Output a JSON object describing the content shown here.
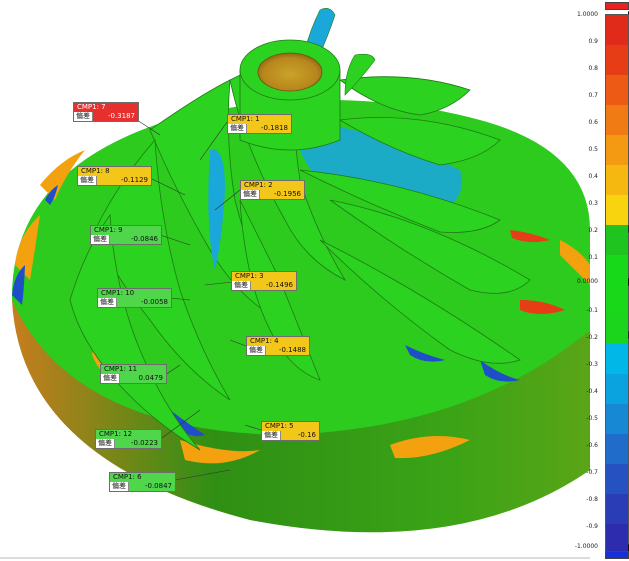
{
  "callouts": [
    {
      "id": "cmp1-7",
      "name": "CMP1: 7",
      "label": "偏差",
      "value": "-0.3187",
      "style": "red"
    },
    {
      "id": "cmp1-1",
      "name": "CMP1: 1",
      "label": "偏差",
      "value": "-0.1818",
      "style": "yellow"
    },
    {
      "id": "cmp1-8",
      "name": "CMP1: 8",
      "label": "偏差",
      "value": "-0.1129",
      "style": "yellow"
    },
    {
      "id": "cmp1-2",
      "name": "CMP1: 2",
      "label": "偏差",
      "value": "-0.1956",
      "style": "yellow"
    },
    {
      "id": "cmp1-9",
      "name": "CMP1: 9",
      "label": "偏差",
      "value": "-0.0846",
      "style": "green"
    },
    {
      "id": "cmp1-3",
      "name": "CMP1: 3",
      "label": "偏差",
      "value": "-0.1496",
      "style": "yellow"
    },
    {
      "id": "cmp1-10",
      "name": "CMP1: 10",
      "label": "偏差",
      "value": "-0.0058",
      "style": "green"
    },
    {
      "id": "cmp1-4",
      "name": "CMP1: 4",
      "label": "偏差",
      "value": "-0.1488",
      "style": "yellow"
    },
    {
      "id": "cmp1-11",
      "name": "CMP1: 11",
      "label": "偏差",
      "value": "0.0479",
      "style": "green"
    },
    {
      "id": "cmp1-5",
      "name": "CMP1: 5",
      "label": "偏差",
      "value": "-0.16",
      "style": "yellow"
    },
    {
      "id": "cmp1-12",
      "name": "CMP1: 12",
      "label": "偏差",
      "value": "-0.0223",
      "style": "green"
    },
    {
      "id": "cmp1-6",
      "name": "CMP1: 6",
      "label": "偏差",
      "value": "-0.0847",
      "style": "green"
    }
  ],
  "legend": {
    "max_label": "1.0000",
    "min_label": "-1.0000",
    "zero_label": "0.0000",
    "ticks": [
      "0.9",
      "0.8",
      "0.7",
      "0.6",
      "0.5",
      "0.4",
      "0.3",
      "0.2",
      "0.1",
      "-0.1",
      "-0.2",
      "-0.3",
      "-0.4",
      "-0.5",
      "-0.6",
      "-0.7",
      "-0.8",
      "-0.9"
    ],
    "over_color": "#e8231f",
    "under_color": "#1530d8",
    "segments": [
      "#e02a1a",
      "#e63d17",
      "#ec5a15",
      "#f07a14",
      "#f39a12",
      "#f5b810",
      "#f7d40e",
      "#1fc41f",
      "#18d81a",
      "#19d81a",
      "#1bd41c",
      "#00b7e8",
      "#0aa3e0",
      "#1688d4",
      "#1f6ccb",
      "#2552c0",
      "#2a3cb6",
      "#2d2cae"
    ]
  },
  "colors": {
    "nominal": "#2ccb1e",
    "positive": "#f3a10e",
    "negative": "#1aa7d9",
    "base_rim": "#2f8f14"
  }
}
